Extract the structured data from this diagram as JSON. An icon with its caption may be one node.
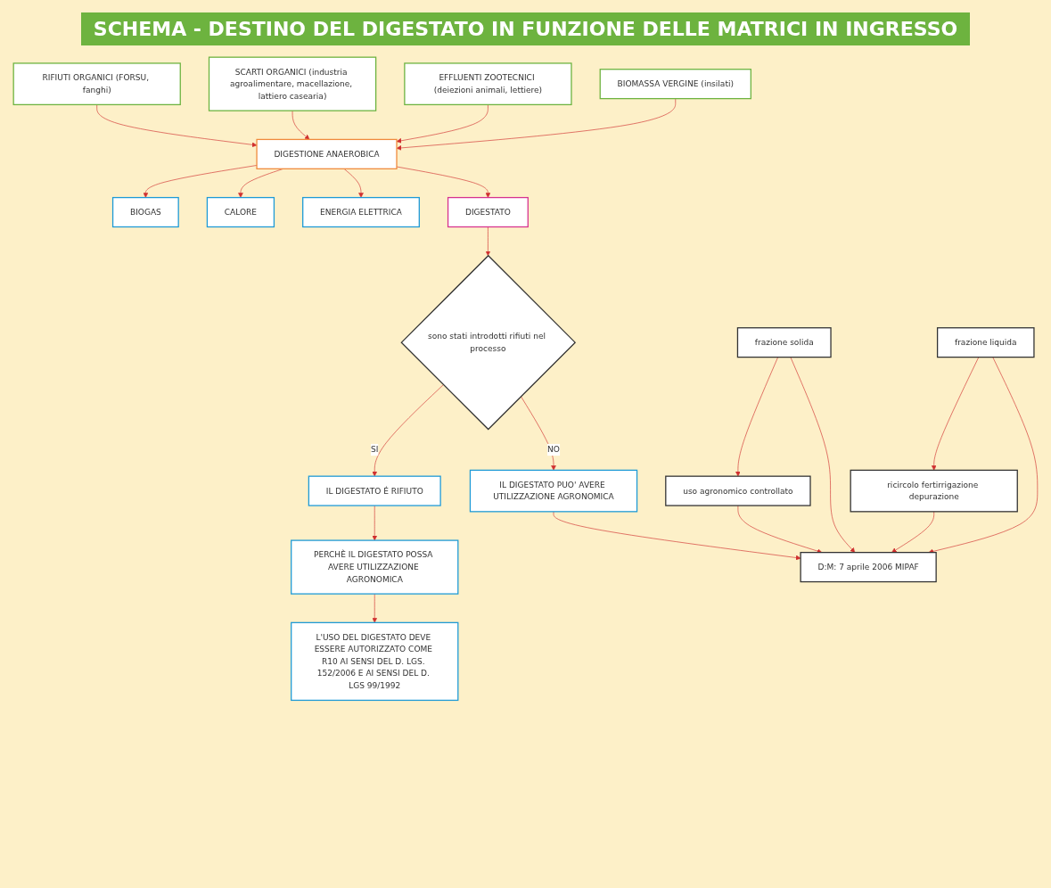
{
  "diagram": {
    "title": "SCHEMA - DESTINO DEL DIGESTATO IN FUNZIONE DELLE MATRICI IN INGRESSO",
    "nodes": [
      {
        "text": [
          "RIFIUTI ORGANICI (FORSU, fanghi)"
        ]
      },
      {
        "text": [
          "SCARTI ORGANICI (industria agroalimentare, macellazione, lattiero casearia)"
        ]
      },
      {
        "text": [
          "EFFLUENTI ZOOTECNICI (deiezioni animali, lettiere)"
        ]
      },
      {
        "text": [
          "BIOMASSA VERGINE (insilati)"
        ]
      },
      {
        "text": [
          "DIGESTIONE ANAEROBICA"
        ]
      },
      {
        "text": [
          "BIOGAS"
        ]
      },
      {
        "text": [
          "CALORE"
        ]
      },
      {
        "text": [
          "ENERGIA ELETTRICA"
        ]
      },
      {
        "text": [
          "DIGESTATO"
        ]
      },
      {
        "text": [
          "sono stati introdotti rifiuti nel processo"
        ]
      },
      {
        "text": [
          "IL DIGESTATO É RIFIUTO"
        ]
      },
      {
        "text": [
          "PERCHÈ IL DIGESTATO POSSA AVERE UTILIZZAZIONE AGRONOMICA"
        ]
      },
      {
        "text": [
          "L'USO DEL DIGESTATO DEVE ESSERE AUTORIZZATO COME R10 AI SENSI DEL D. LGS. 152/2006 E AI SENSI DEL D. LGS 99/1992"
        ]
      },
      {
        "text": [
          "IL DIGESTATO PUO' AVERE UTILIZZAZIONE AGRONOMICA"
        ]
      },
      {
        "text": [
          "frazione solida"
        ]
      },
      {
        "text": [
          "frazione liquida"
        ]
      },
      {
        "text": [
          "uso agronomico controllato"
        ]
      },
      {
        "text": [
          "ricircolo fertirrigazione depurazione"
        ]
      },
      {
        "text": [
          "D:M: 7 aprile 2006 MIPAF"
        ]
      }
    ],
    "edges": [
      {
        "from": 0,
        "to": 4,
        "arrow": "to"
      },
      {
        "from": 1,
        "to": 4,
        "arrow": "to"
      },
      {
        "from": 2,
        "to": 4,
        "arrow": "to"
      },
      {
        "from": 3,
        "to": 4,
        "arrow": "to"
      },
      {
        "from": 4,
        "to": 5,
        "arrow": "to"
      },
      {
        "from": 4,
        "to": 6,
        "arrow": "to"
      },
      {
        "from": 4,
        "to": 7,
        "arrow": "to"
      },
      {
        "from": 4,
        "to": 8,
        "arrow": "to"
      },
      {
        "from": 8,
        "to": 9,
        "arrow": "to"
      },
      {
        "from": 9,
        "to": 10,
        "label": "SI",
        "arrow": "to"
      },
      {
        "from": 10,
        "to": 11,
        "arrow": "to"
      },
      {
        "from": 11,
        "to": 12,
        "arrow": "to"
      },
      {
        "from": 9,
        "to": 13,
        "label": "NO",
        "arrow": "to"
      },
      {
        "from": 14,
        "to": 16,
        "arrow": "to"
      },
      {
        "from": 15,
        "to": 17,
        "arrow": "to"
      },
      {
        "from": 13,
        "to": 18,
        "arrow": "to"
      },
      {
        "from": 14,
        "to": 18,
        "arrow": "to"
      },
      {
        "from": 15,
        "to": 18,
        "arrow": "to"
      },
      {
        "from": 16,
        "to": 18,
        "arrow": "to"
      },
      {
        "from": 17,
        "to": 18,
        "arrow": "to"
      }
    ]
  }
}
